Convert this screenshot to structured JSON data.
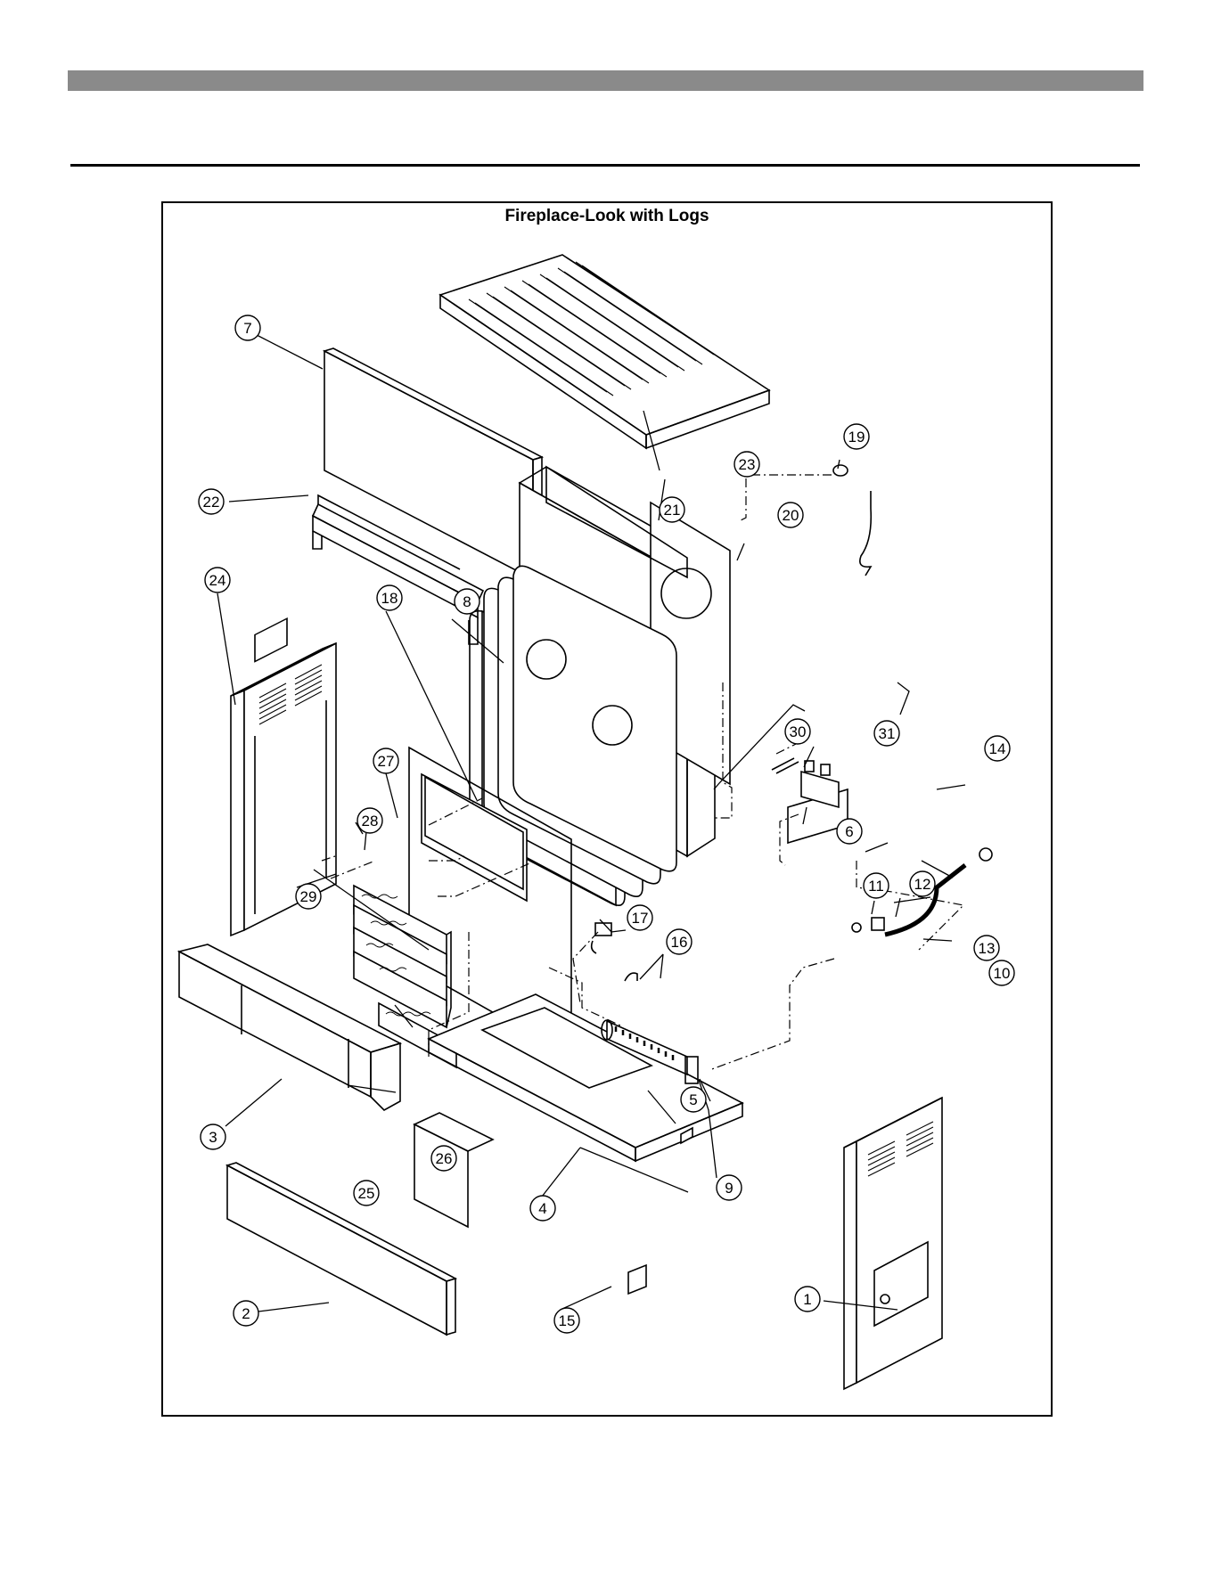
{
  "diagram": {
    "title": "Fireplace-Look with Logs",
    "callouts": [
      "1",
      "2",
      "3",
      "4",
      "5",
      "6",
      "7",
      "8",
      "9",
      "10",
      "11",
      "12",
      "13",
      "14",
      "15",
      "16",
      "17",
      "18",
      "19",
      "20",
      "21",
      "22",
      "23",
      "24",
      "25",
      "26",
      "27",
      "28",
      "29",
      "30",
      "31"
    ]
  }
}
